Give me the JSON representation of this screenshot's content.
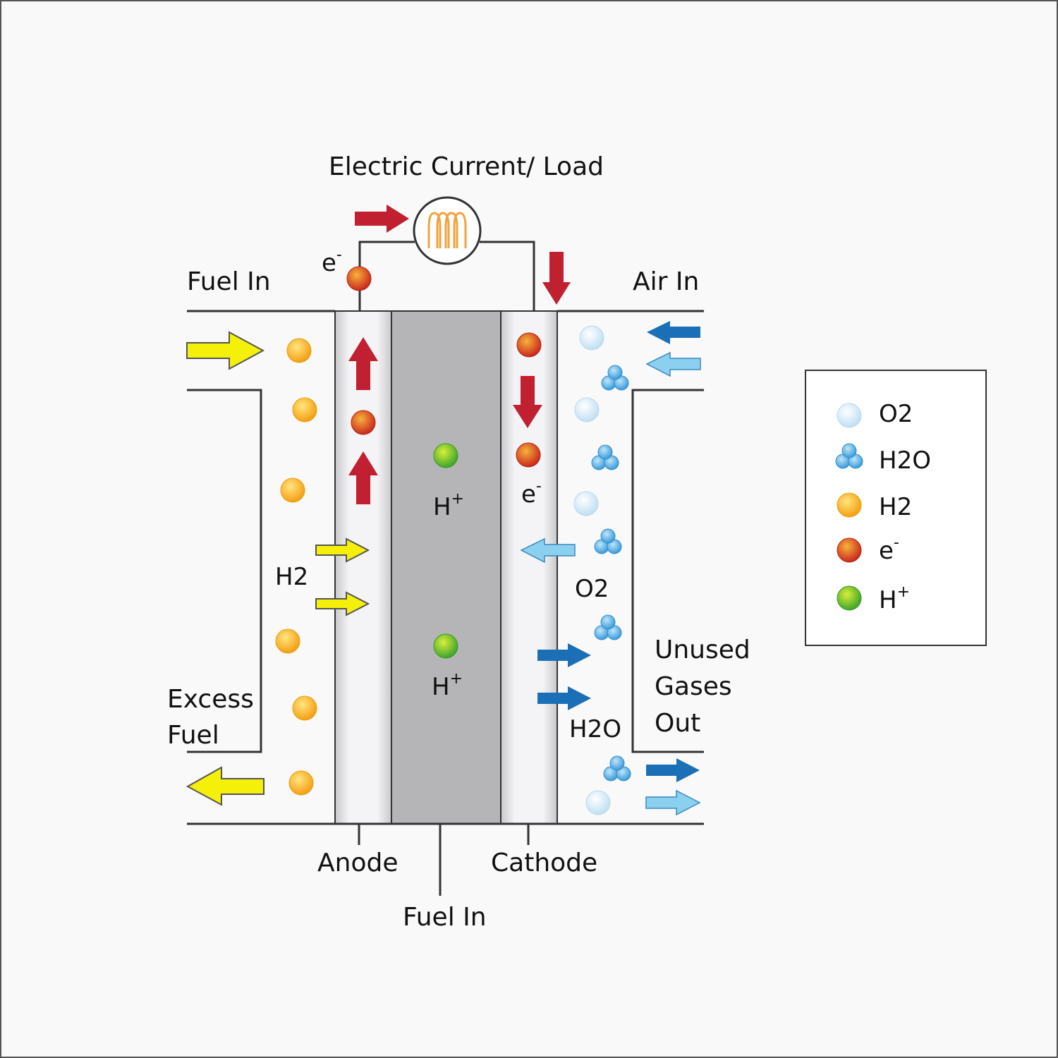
{
  "title": "Electric Current/ Load",
  "labels": {
    "fuel_in_top": "Fuel In",
    "air_in": "Air In",
    "e_top": "e",
    "e_mid": "e",
    "minus": "-",
    "h_plus_1": "H",
    "h_plus_2": "H",
    "plus": "+",
    "h2_label": "H2",
    "o2_label": "O2",
    "h2o_label": "H2O",
    "excess_fuel_line1": "Excess",
    "excess_fuel_line2": "Fuel",
    "unused_line1": "Unused",
    "unused_line2": "Gases",
    "unused_line3": "Out",
    "anode": "Anode",
    "cathode": "Cathode",
    "fuel_in_bottom": "Fuel In"
  },
  "legend": [
    {
      "label": "O2",
      "icon": "o2-molecule-icon"
    },
    {
      "label": "H2O",
      "icon": "h2o-molecule-icon"
    },
    {
      "label": "H2",
      "icon": "h2-molecule-icon"
    },
    {
      "label": "e",
      "sup": "-",
      "icon": "electron-icon"
    },
    {
      "label": "H",
      "sup": "+",
      "icon": "proton-icon"
    }
  ],
  "colors": {
    "h2": "#f7a81b",
    "electron": "#d6451d",
    "proton": "#5cb82e",
    "o2": "#d8ecf8",
    "h2o": "#5ab0e3",
    "electron_arrow": "#c0202f",
    "fuel_arrow": "#f5f00a",
    "dark_blue_arrow": "#1a6fb7",
    "light_blue_arrow": "#8cd0f0",
    "electrolyte": "#b5b5b7",
    "bulb_coil": "#f2a23c"
  }
}
